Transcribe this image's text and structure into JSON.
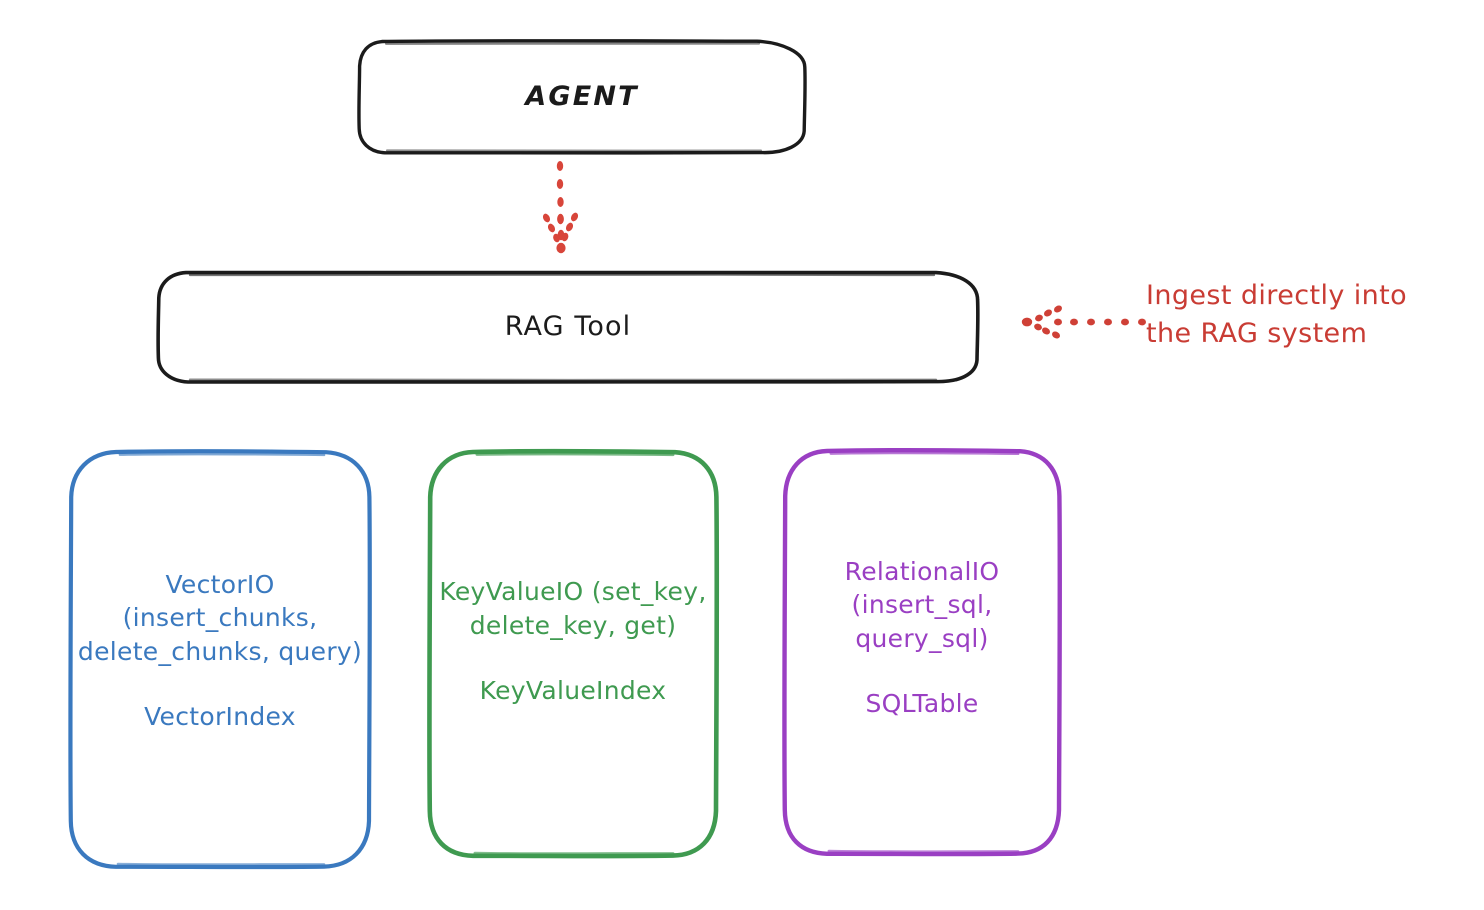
{
  "diagram": {
    "title": "RAG Tool architecture",
    "background": "#ffffff",
    "nodes": {
      "agent": {
        "label": "AGENT",
        "stroke": "#1b1b1b",
        "text_color": "#1b1b1b"
      },
      "rag_tool": {
        "label": "RAG Tool",
        "stroke": "#1b1b1b",
        "text_color": "#1b1b1b"
      },
      "vector_io": {
        "api": "VectorIO\n(insert_chunks,\ndelete_chunks,\nquery)",
        "index": "VectorIndex",
        "stroke": "#3a79bf",
        "text_color": "#3a79bf"
      },
      "key_value_io": {
        "api": "KeyValueIO\n(set_key,\ndelete_key, get)",
        "index": "KeyValueIndex",
        "stroke": "#3f9a50",
        "text_color": "#3f9a50"
      },
      "relational_io": {
        "api": "RelationalIO\n(insert_sql,\nquery_sql)",
        "index": "SQLTable",
        "stroke": "#9a3fc3",
        "text_color": "#9a3fc3"
      }
    },
    "connectors": {
      "agent_to_rag_tool": {
        "name": "dotted-arrow-down",
        "color": "#d8453a",
        "style": "dotted",
        "direction": "down"
      },
      "ingest_arrow": {
        "name": "dotted-arrow-left",
        "color": "#cf4036",
        "style": "dotted",
        "direction": "left"
      }
    },
    "annotations": {
      "ingest": {
        "text": "Ingest directly into\nthe RAG system",
        "color": "#c93c34"
      }
    }
  }
}
